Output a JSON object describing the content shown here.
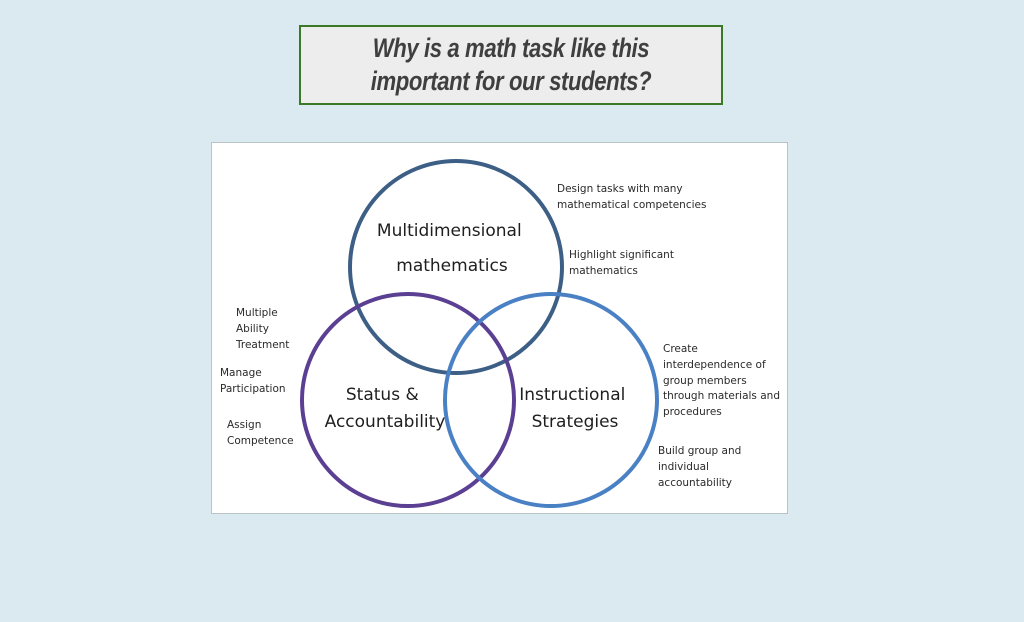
{
  "title": {
    "line1": "Why is a math task like this",
    "line2": "important for our students?"
  },
  "diagram": {
    "circles": [
      {
        "name": "multidimensional",
        "color": "#3d5f86",
        "label_lines": [
          "Multidimensional",
          "mathematics"
        ]
      },
      {
        "name": "status",
        "color": "#5b3f93",
        "label_lines": [
          "Status &",
          "Accountability"
        ]
      },
      {
        "name": "instructional",
        "color": "#4a80c4",
        "label_lines": [
          "Instructional",
          "Strategies"
        ]
      }
    ],
    "notes": {
      "design_tasks": [
        "Design tasks with many",
        "mathematical competencies"
      ],
      "highlight": [
        "Highlight significant",
        "mathematics"
      ],
      "multiple_ability": [
        "Multiple",
        "Ability",
        "Treatment"
      ],
      "manage_participation": [
        "Manage",
        "Participation"
      ],
      "assign_competence": [
        "Assign",
        "Competence"
      ],
      "create_interdependence": [
        "Create",
        "interdependence of",
        "group members",
        "through materials and",
        "procedures"
      ],
      "build_group": [
        "Build group and",
        "individual",
        "accountability"
      ]
    }
  }
}
